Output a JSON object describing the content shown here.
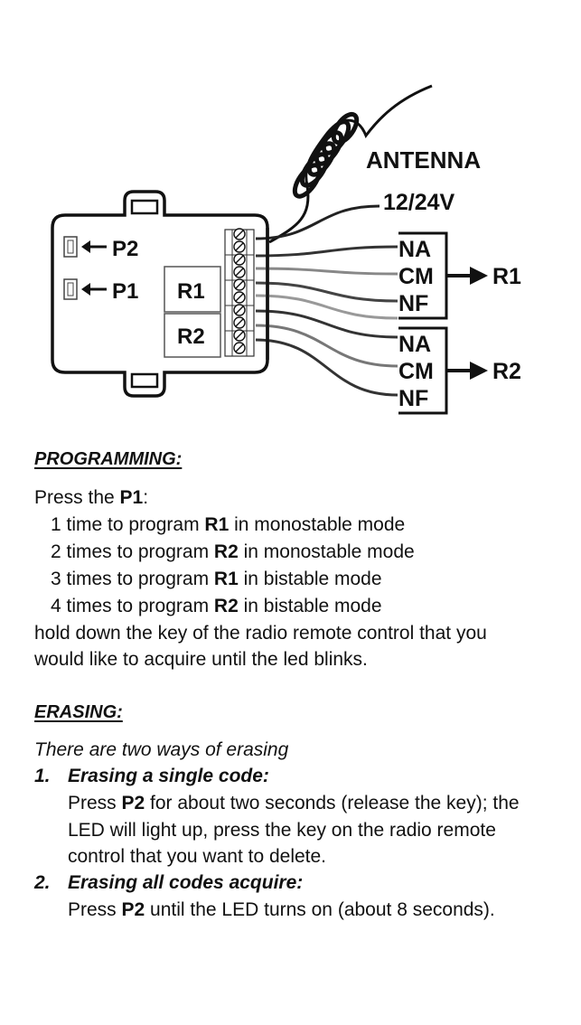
{
  "diagram": {
    "labels": {
      "antenna": "ANTENNA",
      "power": "12/24V",
      "p2": "P2",
      "p1": "P1",
      "relay1": "R1",
      "relay2": "R2"
    },
    "relay_groups": [
      {
        "terminals": [
          "NA",
          "CM",
          "NF"
        ],
        "output": "R1"
      },
      {
        "terminals": [
          "NA",
          "CM",
          "NF"
        ],
        "output": "R2"
      }
    ]
  },
  "programming": {
    "heading": "PROGRAMMING:",
    "intro_prefix": "Press the ",
    "intro_key": "P1",
    "intro_suffix": ":",
    "steps": [
      {
        "count": "1 time to program ",
        "relay": "R1",
        "mode": " in monostable mode"
      },
      {
        "count": "2 times to program ",
        "relay": "R2",
        "mode": " in monostable mode"
      },
      {
        "count": "3 times to program ",
        "relay": "R1",
        "mode": " in bistable mode"
      },
      {
        "count": "4 times to program ",
        "relay": "R2",
        "mode": " in bistable mode"
      }
    ],
    "closing_line1": "hold down the key of the radio remote control that you",
    "closing_line2": "would like to acquire  until the led blinks."
  },
  "erasing": {
    "heading": "ERASING:",
    "intro": "There are two ways of erasing",
    "methods": [
      {
        "number": "1.",
        "title": "Erasing a single code:",
        "prefix": "Press ",
        "key": "P2",
        "lines": [
          " for about two seconds (release the key); the",
          "LED will light up, press the key on the radio remote",
          "control that you want to delete."
        ]
      },
      {
        "number": "2.",
        "title": "Erasing all codes acquire:",
        "prefix": "Press ",
        "key": "P2",
        "lines": [
          " until the LED turns on (about 8 seconds)."
        ]
      }
    ]
  }
}
